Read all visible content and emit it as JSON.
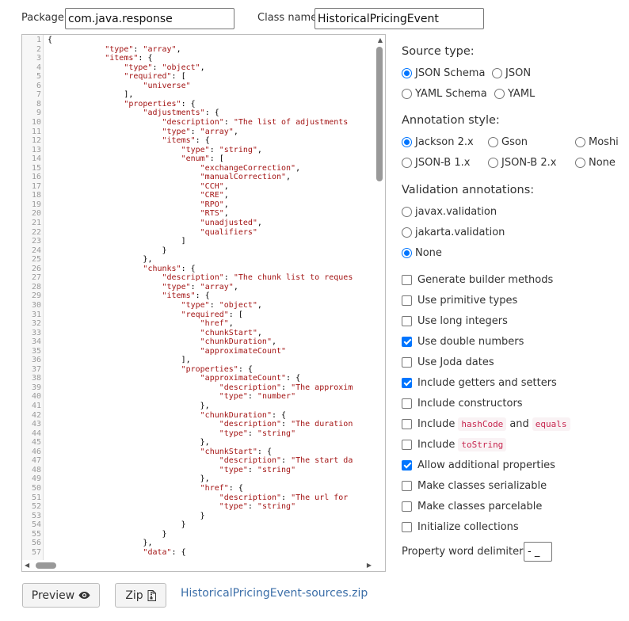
{
  "header": {
    "package_label": "Package",
    "package_value": "com.java.response",
    "class_label": "Class name",
    "class_value": "HistoricalPricingEvent"
  },
  "editor": {
    "line_numbers": [
      "1",
      "2",
      "3",
      "4",
      "5",
      "6",
      "7",
      "8",
      "9",
      "10",
      "11",
      "12",
      "13",
      "14",
      "15",
      "16",
      "17",
      "18",
      "19",
      "20",
      "21",
      "22",
      "23",
      "24",
      "25",
      "26",
      "27",
      "28",
      "29",
      "30",
      "31",
      "32",
      "33",
      "34",
      "35",
      "36",
      "37",
      "38",
      "39",
      "40",
      "41",
      "42",
      "43",
      "44",
      "45",
      "46",
      "47",
      "48",
      "49",
      "50",
      "51",
      "52",
      "53",
      "54",
      "55",
      "56",
      "57"
    ],
    "lines": [
      {
        "i": 0,
        "pre": "{",
        "s": "",
        "post": ""
      },
      {
        "i": 12,
        "pre": "",
        "s": "\"type\"",
        "post": ": ",
        "s2": "\"array\"",
        "post2": ","
      },
      {
        "i": 12,
        "pre": "",
        "s": "\"items\"",
        "post": ": {"
      },
      {
        "i": 16,
        "pre": "",
        "s": "\"type\"",
        "post": ": ",
        "s2": "\"object\"",
        "post2": ","
      },
      {
        "i": 16,
        "pre": "",
        "s": "\"required\"",
        "post": ": ["
      },
      {
        "i": 20,
        "pre": "",
        "s": "\"universe\"",
        "post": ""
      },
      {
        "i": 16,
        "pre": "],",
        "s": "",
        "post": ""
      },
      {
        "i": 16,
        "pre": "",
        "s": "\"properties\"",
        "post": ": {"
      },
      {
        "i": 20,
        "pre": "",
        "s": "\"adjustments\"",
        "post": ": {"
      },
      {
        "i": 24,
        "pre": "",
        "s": "\"description\"",
        "post": ": ",
        "s2": "\"The list of adjustments",
        "post2": ""
      },
      {
        "i": 24,
        "pre": "",
        "s": "\"type\"",
        "post": ": ",
        "s2": "\"array\"",
        "post2": ","
      },
      {
        "i": 24,
        "pre": "",
        "s": "\"items\"",
        "post": ": {"
      },
      {
        "i": 28,
        "pre": "",
        "s": "\"type\"",
        "post": ": ",
        "s2": "\"string\"",
        "post2": ","
      },
      {
        "i": 28,
        "pre": "",
        "s": "\"enum\"",
        "post": ": ["
      },
      {
        "i": 32,
        "pre": "",
        "s": "\"exchangeCorrection\"",
        "post": ","
      },
      {
        "i": 32,
        "pre": "",
        "s": "\"manualCorrection\"",
        "post": ","
      },
      {
        "i": 32,
        "pre": "",
        "s": "\"CCH\"",
        "post": ","
      },
      {
        "i": 32,
        "pre": "",
        "s": "\"CRE\"",
        "post": ","
      },
      {
        "i": 32,
        "pre": "",
        "s": "\"RPO\"",
        "post": ","
      },
      {
        "i": 32,
        "pre": "",
        "s": "\"RTS\"",
        "post": ","
      },
      {
        "i": 32,
        "pre": "",
        "s": "\"unadjusted\"",
        "post": ","
      },
      {
        "i": 32,
        "pre": "",
        "s": "\"qualifiers\"",
        "post": ""
      },
      {
        "i": 28,
        "pre": "]",
        "s": "",
        "post": ""
      },
      {
        "i": 24,
        "pre": "}",
        "s": "",
        "post": ""
      },
      {
        "i": 20,
        "pre": "},",
        "s": "",
        "post": ""
      },
      {
        "i": 20,
        "pre": "",
        "s": "\"chunks\"",
        "post": ": {"
      },
      {
        "i": 24,
        "pre": "",
        "s": "\"description\"",
        "post": ": ",
        "s2": "\"The chunk list to reques",
        "post2": ""
      },
      {
        "i": 24,
        "pre": "",
        "s": "\"type\"",
        "post": ": ",
        "s2": "\"array\"",
        "post2": ","
      },
      {
        "i": 24,
        "pre": "",
        "s": "\"items\"",
        "post": ": {"
      },
      {
        "i": 28,
        "pre": "",
        "s": "\"type\"",
        "post": ": ",
        "s2": "\"object\"",
        "post2": ","
      },
      {
        "i": 28,
        "pre": "",
        "s": "\"required\"",
        "post": ": ["
      },
      {
        "i": 32,
        "pre": "",
        "s": "\"href\"",
        "post": ","
      },
      {
        "i": 32,
        "pre": "",
        "s": "\"chunkStart\"",
        "post": ","
      },
      {
        "i": 32,
        "pre": "",
        "s": "\"chunkDuration\"",
        "post": ","
      },
      {
        "i": 32,
        "pre": "",
        "s": "\"approximateCount\"",
        "post": ""
      },
      {
        "i": 28,
        "pre": "],",
        "s": "",
        "post": ""
      },
      {
        "i": 28,
        "pre": "",
        "s": "\"properties\"",
        "post": ": {"
      },
      {
        "i": 32,
        "pre": "",
        "s": "\"approximateCount\"",
        "post": ": {"
      },
      {
        "i": 36,
        "pre": "",
        "s": "\"description\"",
        "post": ": ",
        "s2": "\"The approxim",
        "post2": ""
      },
      {
        "i": 36,
        "pre": "",
        "s": "\"type\"",
        "post": ": ",
        "s2": "\"number\"",
        "post2": ""
      },
      {
        "i": 32,
        "pre": "},",
        "s": "",
        "post": ""
      },
      {
        "i": 32,
        "pre": "",
        "s": "\"chunkDuration\"",
        "post": ": {"
      },
      {
        "i": 36,
        "pre": "",
        "s": "\"description\"",
        "post": ": ",
        "s2": "\"The duration",
        "post2": ""
      },
      {
        "i": 36,
        "pre": "",
        "s": "\"type\"",
        "post": ": ",
        "s2": "\"string\"",
        "post2": ""
      },
      {
        "i": 32,
        "pre": "},",
        "s": "",
        "post": ""
      },
      {
        "i": 32,
        "pre": "",
        "s": "\"chunkStart\"",
        "post": ": {"
      },
      {
        "i": 36,
        "pre": "",
        "s": "\"description\"",
        "post": ": ",
        "s2": "\"The start da",
        "post2": ""
      },
      {
        "i": 36,
        "pre": "",
        "s": "\"type\"",
        "post": ": ",
        "s2": "\"string\"",
        "post2": ""
      },
      {
        "i": 32,
        "pre": "},",
        "s": "",
        "post": ""
      },
      {
        "i": 32,
        "pre": "",
        "s": "\"href\"",
        "post": ": {"
      },
      {
        "i": 36,
        "pre": "",
        "s": "\"description\"",
        "post": ": ",
        "s2": "\"The url for",
        "post2": ""
      },
      {
        "i": 36,
        "pre": "",
        "s": "\"type\"",
        "post": ": ",
        "s2": "\"string\"",
        "post2": ""
      },
      {
        "i": 32,
        "pre": "}",
        "s": "",
        "post": ""
      },
      {
        "i": 28,
        "pre": "}",
        "s": "",
        "post": ""
      },
      {
        "i": 24,
        "pre": "}",
        "s": "",
        "post": ""
      },
      {
        "i": 20,
        "pre": "},",
        "s": "",
        "post": ""
      },
      {
        "i": 20,
        "pre": "",
        "s": "\"data\"",
        "post": ": {"
      }
    ]
  },
  "source_type": {
    "title": "Source type:",
    "options": [
      {
        "label": "JSON Schema",
        "selected": true
      },
      {
        "label": "JSON",
        "selected": false
      },
      {
        "label": "YAML Schema",
        "selected": false
      },
      {
        "label": "YAML",
        "selected": false
      }
    ]
  },
  "annotation_style": {
    "title": "Annotation style:",
    "options": [
      {
        "label": "Jackson 2.x",
        "selected": true
      },
      {
        "label": "Gson",
        "selected": false
      },
      {
        "label": "Moshi",
        "selected": false
      },
      {
        "label": "JSON-B 1.x",
        "selected": false
      },
      {
        "label": "JSON-B 2.x",
        "selected": false
      },
      {
        "label": "None",
        "selected": false
      }
    ]
  },
  "validation": {
    "title": "Validation annotations:",
    "options": [
      {
        "label": "javax.validation",
        "selected": false
      },
      {
        "label": "jakarta.validation",
        "selected": false
      },
      {
        "label": "None",
        "selected": true
      }
    ]
  },
  "checkboxes": [
    {
      "label": "Generate builder methods",
      "checked": false
    },
    {
      "label": "Use primitive types",
      "checked": false
    },
    {
      "label": "Use long integers",
      "checked": false
    },
    {
      "label": "Use double numbers",
      "checked": true
    },
    {
      "label": "Use Joda dates",
      "checked": false
    },
    {
      "label": "Include getters and setters",
      "checked": true
    },
    {
      "label": "Include constructors",
      "checked": false
    },
    {
      "label": "Include",
      "code1": "hashCode",
      "mid": "and",
      "code2": "equals",
      "checked": false
    },
    {
      "label": "Include",
      "code1": "toString",
      "checked": false
    },
    {
      "label": "Allow additional properties",
      "checked": true
    },
    {
      "label": "Make classes serializable",
      "checked": false
    },
    {
      "label": "Make classes parcelable",
      "checked": false
    },
    {
      "label": "Initialize collections",
      "checked": false
    }
  ],
  "delimiters": {
    "label": "Property word delimiters:",
    "value": "- _"
  },
  "footer": {
    "preview_label": "Preview",
    "zip_label": "Zip",
    "zip_link": "HistoricalPricingEvent-sources.zip"
  }
}
